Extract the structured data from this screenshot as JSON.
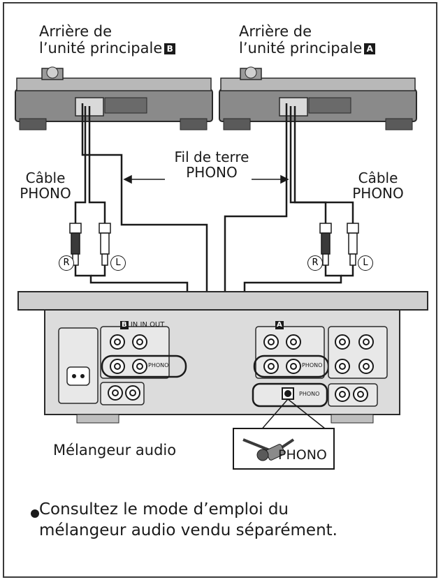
{
  "turntable_b": {
    "line1": "Arrière de",
    "line2": "l’unité principale",
    "mark": "B"
  },
  "turntable_a": {
    "line1": "Arrière de",
    "line2": "l’unité principale",
    "mark": "A"
  },
  "ground_wire": {
    "line1": "Fil de terre",
    "line2": "PHONO"
  },
  "cable_left": {
    "line1": "Câble",
    "line2": "PHONO"
  },
  "cable_right": {
    "line1": "Câble",
    "line2": "PHONO"
  },
  "plug_labels": {
    "right": "R",
    "left": "L"
  },
  "mixer": {
    "label": "Mélangeur audio",
    "mark_b": "B",
    "mark_a": "A",
    "in1": "IN",
    "in2": "IN",
    "out": "OUT",
    "phono_small": "PHONO",
    "ground_callout": "PHONO"
  },
  "note": {
    "line1": "Consultez le mode d’emploi du",
    "line2": "mélangeur audio vendu séparément."
  },
  "colors": {
    "device_fill": "#7d7d7d",
    "device_light": "#d9d9d9",
    "mixer_fill": "#cfcfcf",
    "line": "#1a1a1a"
  }
}
